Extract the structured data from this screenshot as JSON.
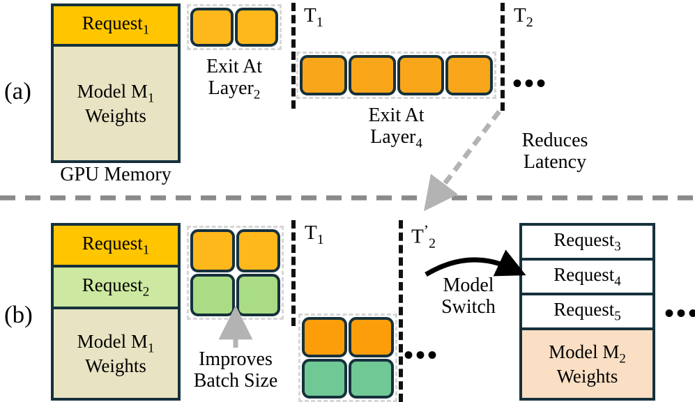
{
  "figure": {
    "panels": [
      {
        "id": "a",
        "label": "(a)",
        "memory": {
          "caption": "GPU Memory",
          "segments": [
            {
              "name": "request-1",
              "text": "Request",
              "sub": "1",
              "color": "#FFC600"
            },
            {
              "name": "model-m1-weights",
              "line1": "Model M",
              "sub": "1",
              "line2": "Weights",
              "color": "#E8E3C2"
            }
          ]
        },
        "batches": [
          {
            "name": "batch-exit-layer2",
            "chip_count": 2,
            "rows": 1,
            "cols": 2,
            "chip_colors": [
              "#FFB81C",
              "#FFB81C"
            ],
            "caption_line1": "Exit At",
            "caption_line2": "Layer",
            "caption_sub": "2"
          },
          {
            "name": "batch-exit-layer4",
            "chip_count": 4,
            "rows": 1,
            "cols": 4,
            "chip_colors": [
              "#F9A61A",
              "#F9A61A",
              "#F9A61A",
              "#F9A61A"
            ],
            "caption_line1": "Exit At",
            "caption_line2": "Layer",
            "caption_sub": "4"
          }
        ],
        "timelines": [
          {
            "name": "time-t1",
            "label": "T",
            "sub": "1",
            "prime": ""
          },
          {
            "name": "time-t2",
            "label": "T",
            "sub": "2",
            "prime": ""
          }
        ],
        "ellipsis": "•••",
        "annotation": {
          "line1": "Reduces",
          "line2": "Latency"
        }
      },
      {
        "id": "b",
        "label": "(b)",
        "memory": {
          "caption": "",
          "segments": [
            {
              "name": "request-1",
              "text": "Request",
              "sub": "1",
              "color": "#FFC600"
            },
            {
              "name": "request-2",
              "text": "Request",
              "sub": "2",
              "color": "#CDE8A0"
            },
            {
              "name": "model-m1-weights",
              "line1": "Model M",
              "sub": "1",
              "line2": "Weights",
              "color": "#E8E3C2"
            }
          ]
        },
        "batches": [
          {
            "name": "batch-t1-group",
            "chip_count": 4,
            "rows": 2,
            "cols": 2,
            "chip_colors": [
              "#FFB81C",
              "#FFB81C",
              "#A9DC84",
              "#A9DC84"
            ]
          },
          {
            "name": "batch-t2-group",
            "chip_count": 4,
            "rows": 2,
            "cols": 2,
            "chip_colors": [
              "#FB9E09",
              "#FB9E09",
              "#70C895",
              "#70C895"
            ]
          }
        ],
        "timelines": [
          {
            "name": "time-t1",
            "label": "T",
            "sub": "1",
            "prime": ""
          },
          {
            "name": "time-t2-prime",
            "label": "T",
            "sub": "2",
            "prime": "’"
          }
        ],
        "annotations": [
          {
            "name": "improves-batch-size",
            "line1": "Improves",
            "line2": "Batch Size"
          },
          {
            "name": "model-switch",
            "line1": "Model",
            "line2": "Switch"
          }
        ],
        "ellipsis": "•••",
        "next_memory": {
          "segments": [
            {
              "name": "request-3",
              "text": "Request",
              "sub": "3",
              "color": "#FFFFFF"
            },
            {
              "name": "request-4",
              "text": "Request",
              "sub": "4",
              "color": "#FFFFFF"
            },
            {
              "name": "request-5",
              "text": "Request",
              "sub": "5",
              "color": "#FFFFFF"
            },
            {
              "name": "model-m2-weights",
              "line1": "Model M",
              "sub": "2",
              "line2": "Weights",
              "color": "#FBDFC4"
            }
          ]
        },
        "trailing_ellipsis": "•••"
      }
    ],
    "colors": {
      "outline": "#16313c",
      "chip_dash": "#d6d6d6",
      "timeline": "#111111",
      "divider": "#8a8a8a",
      "gray_arrow": "#b3b3b3"
    }
  }
}
